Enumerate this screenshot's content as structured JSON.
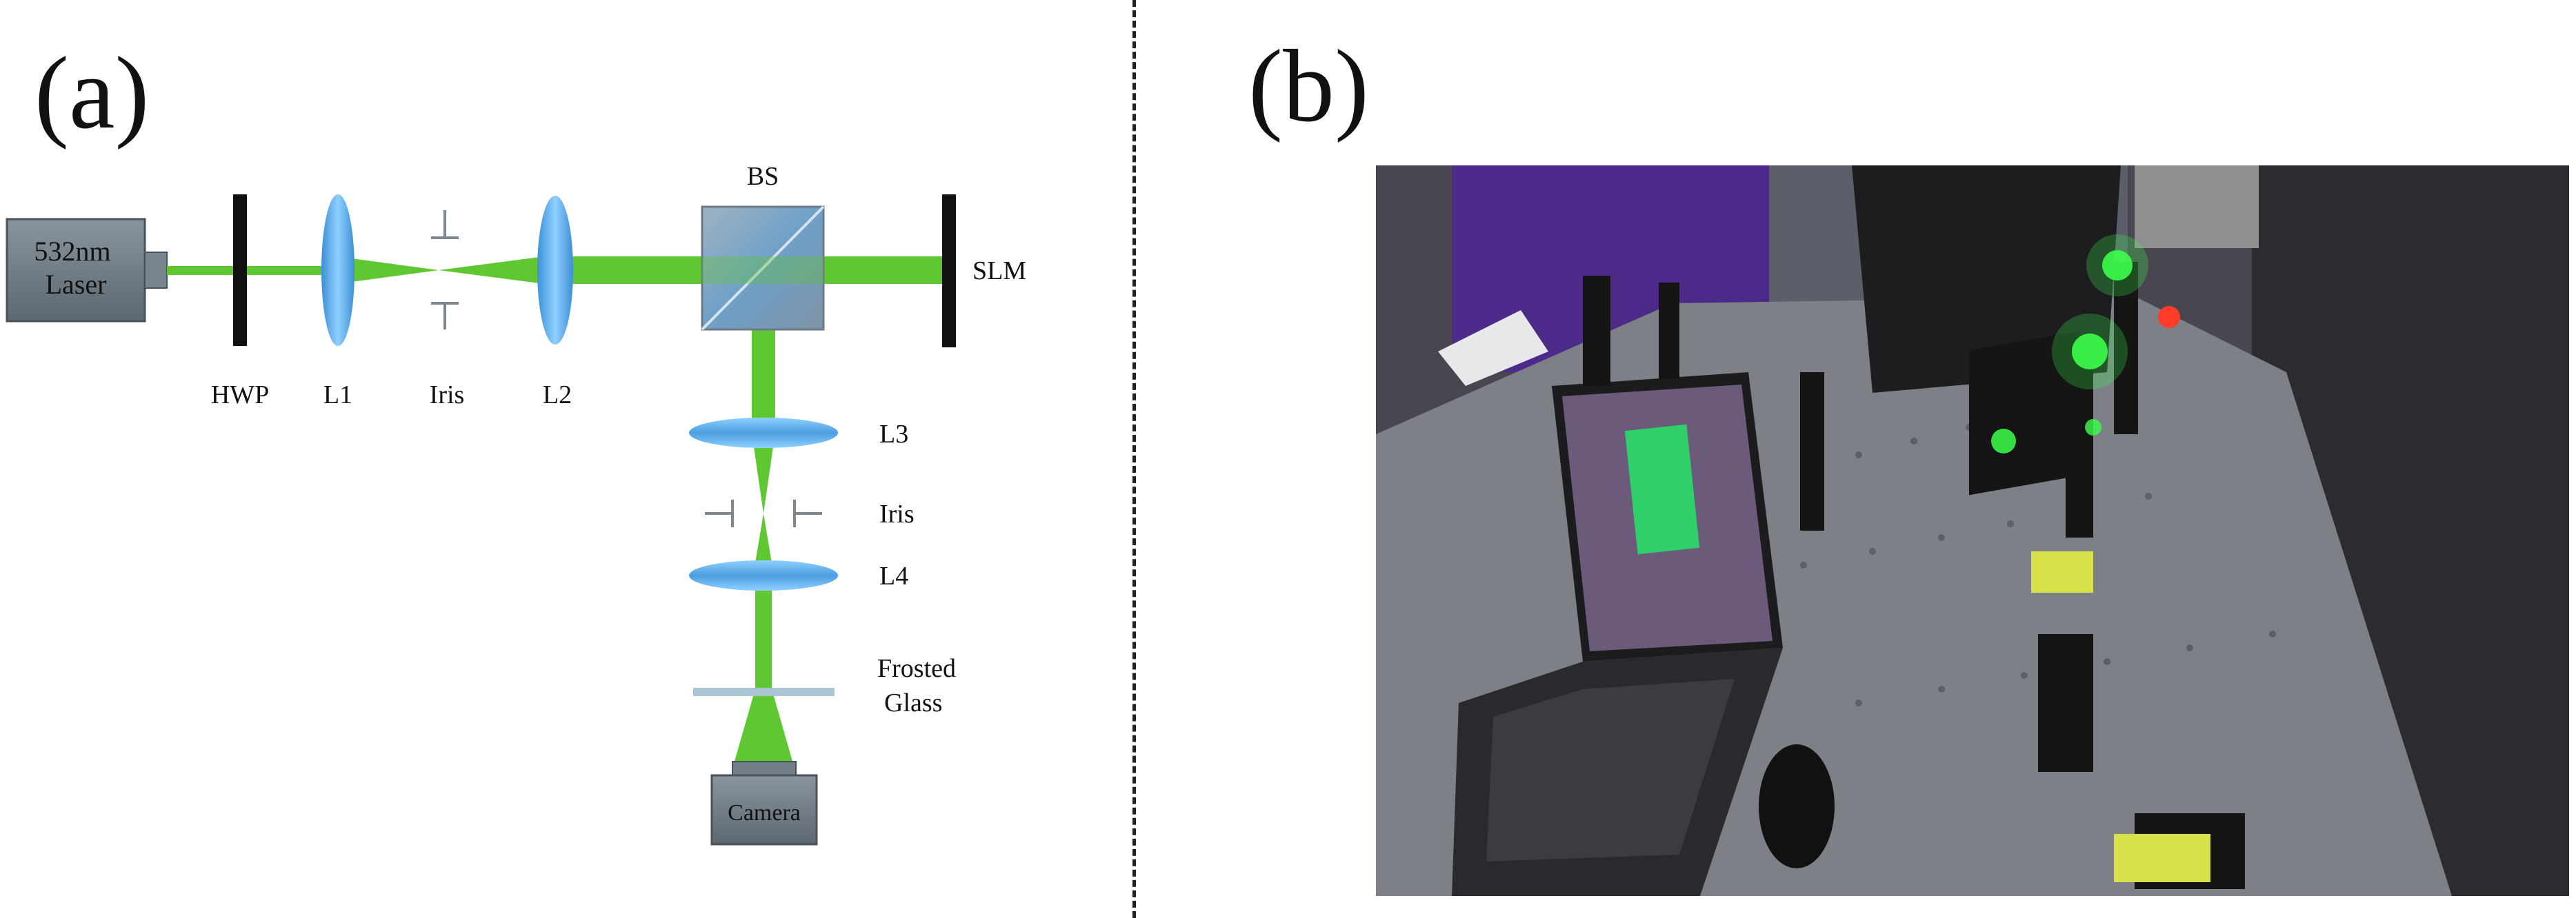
{
  "panels": {
    "a_label": "(a)",
    "b_label": "(b)"
  },
  "diagram": {
    "laser": "532nm\nLaser",
    "components": {
      "hwp": "HWP",
      "l1": "L1",
      "iris1": "Iris",
      "l2": "L2",
      "bs": "BS",
      "slm": "SLM",
      "l3": "L3",
      "iris2": "Iris",
      "l4": "L4",
      "frosted": "Frosted\nGlass",
      "camera": "Camera"
    }
  },
  "colors": {
    "beam": "#5fc732",
    "lens": "#5aa9e6",
    "component_gray": "#6b7680",
    "dark": "#111111"
  },
  "photo_description_icon": "optical-bench-photo"
}
